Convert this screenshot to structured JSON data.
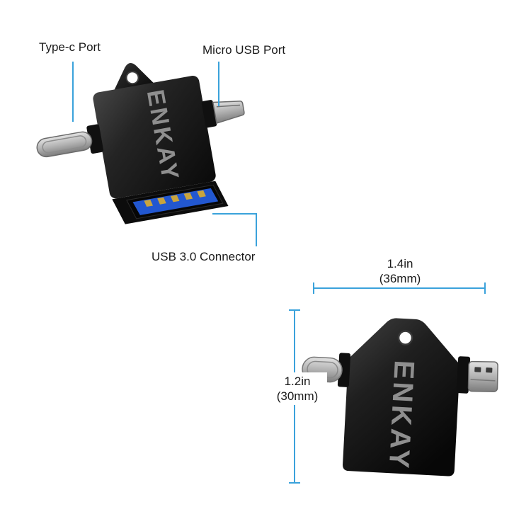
{
  "product": {
    "brand": "ENKAY"
  },
  "callouts": {
    "type_c": "Type-c Port",
    "micro_usb": "Micro USB Port",
    "usb3": "USB 3.0 Connector"
  },
  "dimensions": {
    "width_inches": "1.4in",
    "width_mm": "(36mm)",
    "height_inches": "1.2in",
    "height_mm": "(30mm)"
  },
  "colors": {
    "annotation_line": "#3aa2db",
    "usb_port_blue": "#2257d0",
    "pin_gold": "#c9a43d",
    "logo_gray": "#8f8f8f"
  }
}
